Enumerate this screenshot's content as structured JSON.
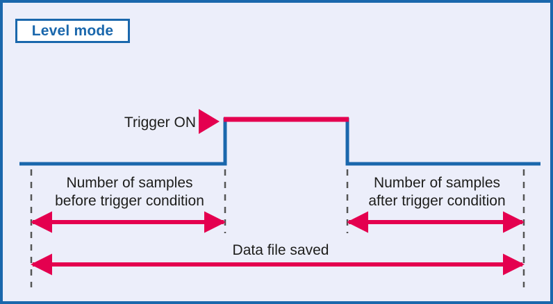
{
  "figure": {
    "title_badge": "Level mode",
    "background_color": "#eceefa",
    "border_color": "#1a67ac",
    "signal_color": "#1a67ac",
    "accent_color": "#e4004f",
    "text_color": "#1d1d1b",
    "dashed_color": "#555555"
  },
  "labels": {
    "trigger_on": "Trigger ON",
    "samples_before": "Number of samples\nbefore trigger condition",
    "samples_after": "Number of samples\nafter trigger condition",
    "data_file_saved": "Data file saved"
  },
  "icons": {
    "trigger_marker": "play-triangle-icon"
  },
  "chart_data": {
    "type": "line",
    "title": "Level mode",
    "xlabel": "",
    "ylabel": "",
    "grid": false,
    "legend": "none",
    "annotations": [
      {
        "name": "trigger-on",
        "text": "Trigger ON",
        "marker": "right-triangle",
        "color": "#e4004f"
      },
      {
        "name": "pre-trigger-span",
        "text": "Number of samples before trigger condition",
        "arrow": "double",
        "color": "#e4004f"
      },
      {
        "name": "post-trigger-span",
        "text": "Number of samples after trigger condition",
        "arrow": "double",
        "color": "#e4004f"
      },
      {
        "name": "saved-span",
        "text": "Data file saved",
        "arrow": "double",
        "color": "#e4004f"
      }
    ],
    "series": [
      {
        "name": "signal",
        "color": "#1a67ac",
        "x": [
          28,
          324,
          324,
          500,
          500,
          778
        ],
        "y": [
          236,
          236,
          172,
          172,
          236,
          236
        ]
      }
    ],
    "markers": {
      "trigger_x": 324,
      "trigger_end_x": 500,
      "baseline_y": 236,
      "high_level_y": 172
    }
  }
}
